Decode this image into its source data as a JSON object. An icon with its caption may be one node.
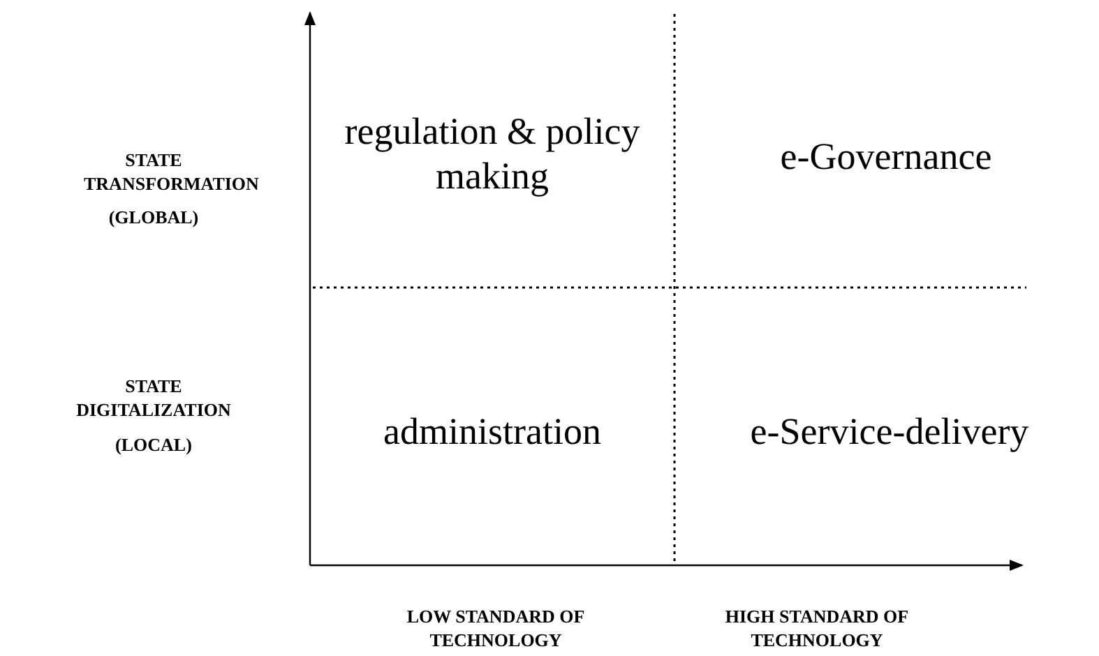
{
  "diagram": {
    "labels": [
      "STATE TRANSFORMATION",
      "(GLOBAL)",
      "regulation & policy making",
      "e-Governance",
      "STATE DIGITALIZATION",
      "(LOCAL)",
      "administration",
      "e-Service-delivery",
      "LOW STANDARD OF TECHNOLOGY",
      "HIGH STANDARD OF TECHNOLOGY"
    ]
  }
}
